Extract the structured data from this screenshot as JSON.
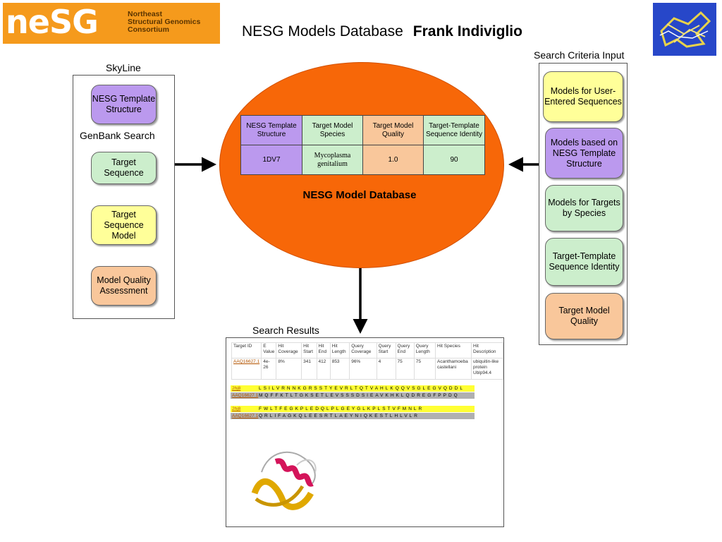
{
  "header": {
    "logo_text": "neSG",
    "logo_sub": [
      "Northeast",
      "Structural Genomics",
      "Consortium"
    ],
    "title": "NESG Models Database",
    "author": "Frank Indiviglio"
  },
  "skyline": {
    "label": "SkyLine",
    "search_label": "GenBank Search",
    "nodes": [
      "NESG Template Structure",
      "Target Sequence",
      "Target Sequence Model",
      "Model Quality Assessment"
    ]
  },
  "database": {
    "name": "NESG Model Database",
    "headers": [
      "NESG Template Structure",
      "Target Model Species",
      "Target Model Quality",
      "Target-Template Sequence Identity"
    ],
    "values": [
      "1DV7",
      "Mycoplasma genitalium",
      "1.0",
      "90"
    ]
  },
  "criteria": {
    "label": "Search Criteria Input",
    "items": [
      "Models for User-Entered Sequences",
      "Models based on NESG Template Structure",
      "Models for Targets by Species",
      "Target-Template Sequence Identity",
      "Target Model Quality"
    ]
  },
  "results": {
    "label": "Search Results",
    "headers": [
      "Target ID",
      "E Value",
      "Hit Coverage",
      "Hit Start",
      "Hit End",
      "Hit Length",
      "Query Coverage",
      "Query Start",
      "Query End",
      "Query Length",
      "Hit Species",
      "Hit Description"
    ],
    "row": [
      "AAQ16627.1",
      "4e-26",
      "8%",
      "341",
      "412",
      "853",
      "96%",
      "4",
      "75",
      "75",
      "Acanthamoeba castellani",
      "ubiquitin-like protein Ublp94.4"
    ],
    "alignments": [
      {
        "tag": "2hj8",
        "seq": "LSILVRNNKGRSSTYEVRLTQTVAHLKQQVSGLEGVQDDL"
      },
      {
        "tag": "AAQ16627.1",
        "seq": "MQFFKTLTGKSETLEVSSSDSIEAVKHKLQDREGFPPDQ"
      },
      {
        "tag": "2hj8",
        "seq": "FWLTFEGKPLEDQLPLGEYGLKPLSTVFMNLR"
      },
      {
        "tag": "AAQ16627.1",
        "seq": "QRLIFAGKQLEESRTLAEYNIQKESTLHLVLR"
      }
    ]
  },
  "colors": {
    "logo_bg": "#f59a1c",
    "ellipse": "#f76708",
    "purple": "#bb99ee",
    "green": "#cceecc",
    "yellow": "#ffff99",
    "orange": "#f9c79b",
    "corner_logo": "#2747c9"
  }
}
